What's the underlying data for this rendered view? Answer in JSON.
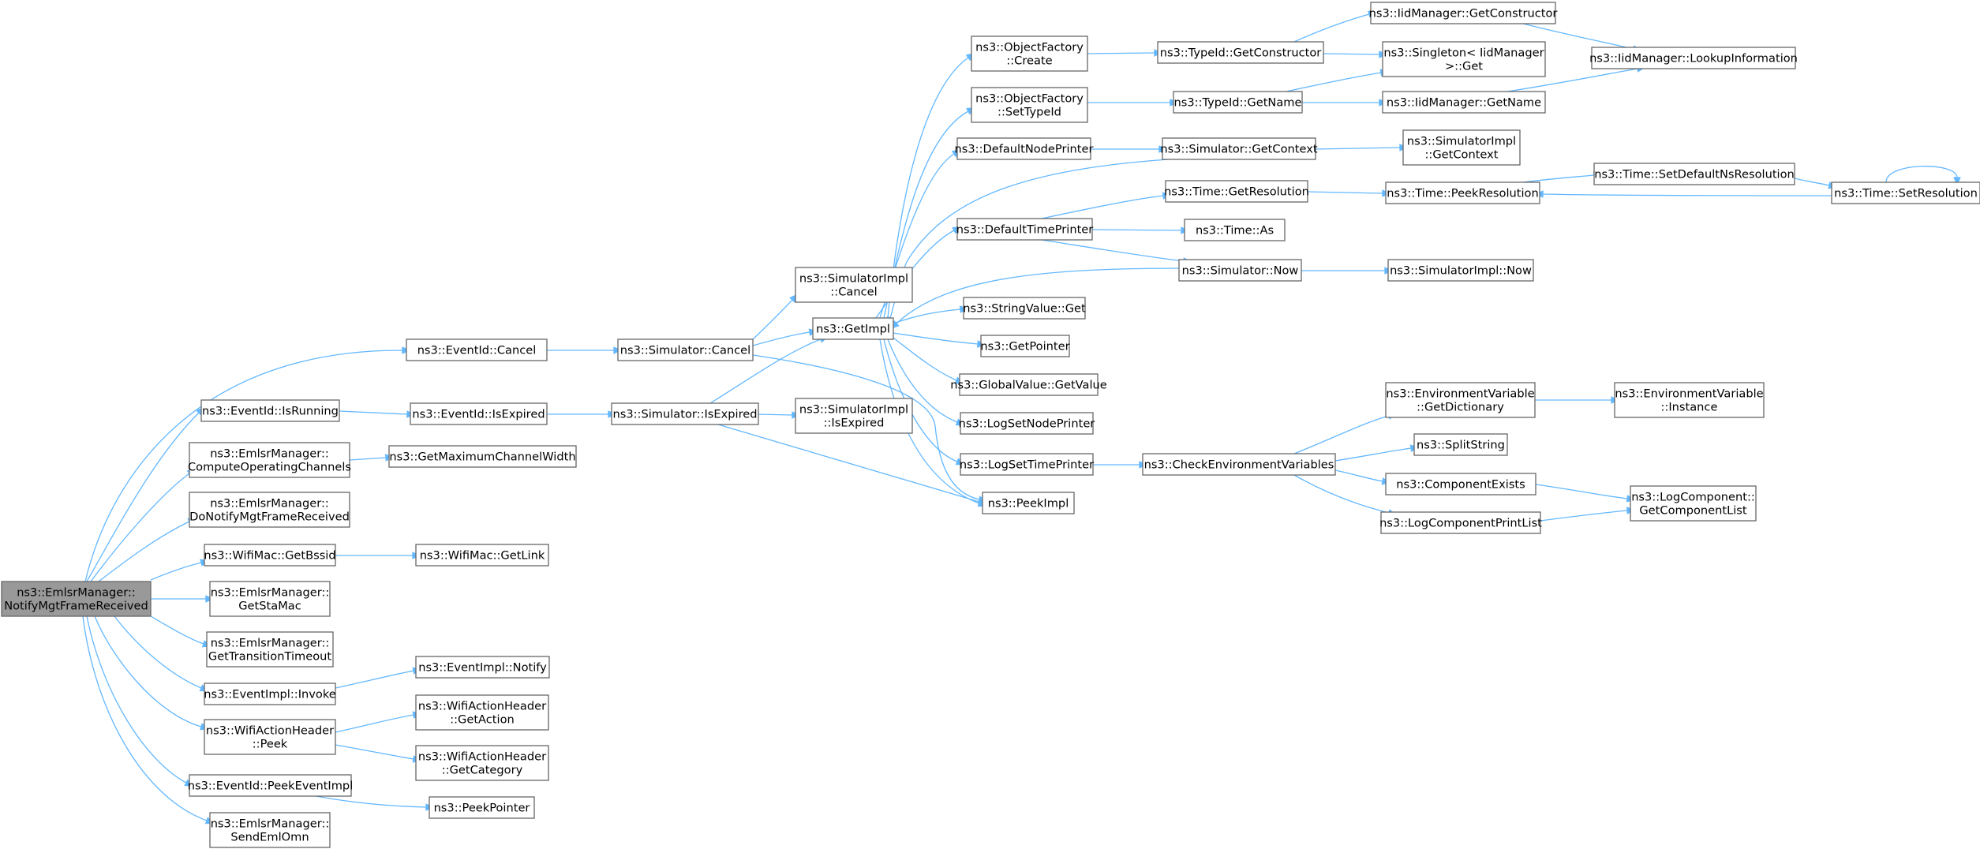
{
  "graph": {
    "root": "n0",
    "nodes": [
      {
        "id": "n0",
        "lines": [
          "ns3::EmlsrManager::",
          "NotifyMgtFrameReceived"
        ],
        "root": true
      },
      {
        "id": "n1",
        "lines": [
          "ns3::EventId::Cancel"
        ]
      },
      {
        "id": "n2",
        "lines": [
          "ns3::Simulator::Cancel"
        ]
      },
      {
        "id": "n3",
        "lines": [
          "ns3::GetImpl"
        ]
      },
      {
        "id": "n4",
        "lines": [
          "ns3::ObjectFactory",
          "::Create"
        ]
      },
      {
        "id": "n5",
        "lines": [
          "ns3::TypeId::GetConstructor"
        ]
      },
      {
        "id": "n6",
        "lines": [
          "ns3::IidManager::GetConstructor"
        ]
      },
      {
        "id": "n7",
        "lines": [
          "ns3::IidManager::LookupInformation"
        ]
      },
      {
        "id": "n8",
        "lines": [
          "ns3::Singleton< IidManager",
          " >::Get"
        ]
      },
      {
        "id": "n9",
        "lines": [
          "ns3::ObjectFactory",
          "::SetTypeId"
        ]
      },
      {
        "id": "n10",
        "lines": [
          "ns3::TypeId::GetName"
        ]
      },
      {
        "id": "n11",
        "lines": [
          "ns3::IidManager::GetName"
        ]
      },
      {
        "id": "n12",
        "lines": [
          "ns3::DefaultNodePrinter"
        ]
      },
      {
        "id": "n13",
        "lines": [
          "ns3::Simulator::GetContext"
        ]
      },
      {
        "id": "n14",
        "lines": [
          "ns3::SimulatorImpl",
          "::GetContext"
        ]
      },
      {
        "id": "n15",
        "lines": [
          "ns3::DefaultTimePrinter"
        ]
      },
      {
        "id": "n16",
        "lines": [
          "ns3::Time::GetResolution"
        ]
      },
      {
        "id": "n17",
        "lines": [
          "ns3::Time::PeekResolution"
        ]
      },
      {
        "id": "n18",
        "lines": [
          "ns3::Time::SetDefaultNsResolution"
        ]
      },
      {
        "id": "n19",
        "lines": [
          "ns3::Time::SetResolution"
        ]
      },
      {
        "id": "n20",
        "lines": [
          "ns3::Time::As"
        ]
      },
      {
        "id": "n21",
        "lines": [
          "ns3::Simulator::Now"
        ]
      },
      {
        "id": "n22",
        "lines": [
          "ns3::SimulatorImpl::Now"
        ]
      },
      {
        "id": "n23",
        "lines": [
          "ns3::StringValue::Get"
        ]
      },
      {
        "id": "n24",
        "lines": [
          "ns3::GetPointer"
        ]
      },
      {
        "id": "n25",
        "lines": [
          "ns3::GlobalValue::GetValue"
        ]
      },
      {
        "id": "n26",
        "lines": [
          "ns3::LogSetNodePrinter"
        ]
      },
      {
        "id": "n27",
        "lines": [
          "ns3::LogSetTimePrinter"
        ]
      },
      {
        "id": "n28",
        "lines": [
          "ns3::CheckEnvironmentVariables"
        ]
      },
      {
        "id": "n29",
        "lines": [
          "ns3::EnvironmentVariable",
          "::GetDictionary"
        ]
      },
      {
        "id": "n30",
        "lines": [
          "ns3::EnvironmentVariable",
          "::Instance"
        ]
      },
      {
        "id": "n31",
        "lines": [
          "ns3::SplitString"
        ]
      },
      {
        "id": "n32",
        "lines": [
          "ns3::ComponentExists"
        ]
      },
      {
        "id": "n33",
        "lines": [
          "ns3::LogComponent::",
          "GetComponentList"
        ]
      },
      {
        "id": "n34",
        "lines": [
          "ns3::LogComponentPrintList"
        ]
      },
      {
        "id": "n35",
        "lines": [
          "ns3::PeekImpl"
        ]
      },
      {
        "id": "n36",
        "lines": [
          "ns3::SimulatorImpl",
          "::Cancel"
        ]
      },
      {
        "id": "n37",
        "lines": [
          "ns3::EventId::IsRunning"
        ]
      },
      {
        "id": "n38",
        "lines": [
          "ns3::EventId::IsExpired"
        ]
      },
      {
        "id": "n39",
        "lines": [
          "ns3::Simulator::IsExpired"
        ]
      },
      {
        "id": "n40",
        "lines": [
          "ns3::SimulatorImpl",
          "::IsExpired"
        ]
      },
      {
        "id": "n41",
        "lines": [
          "ns3::EmlsrManager::",
          "ComputeOperatingChannels"
        ]
      },
      {
        "id": "n42",
        "lines": [
          "ns3::GetMaximumChannelWidth"
        ]
      },
      {
        "id": "n43",
        "lines": [
          "ns3::EmlsrManager::",
          "DoNotifyMgtFrameReceived"
        ]
      },
      {
        "id": "n44",
        "lines": [
          "ns3::WifiMac::GetBssid"
        ]
      },
      {
        "id": "n45",
        "lines": [
          "ns3::WifiMac::GetLink"
        ]
      },
      {
        "id": "n46",
        "lines": [
          "ns3::EmlsrManager::",
          "GetStaMac"
        ]
      },
      {
        "id": "n47",
        "lines": [
          "ns3::EmlsrManager::",
          "GetTransitionTimeout"
        ]
      },
      {
        "id": "n48",
        "lines": [
          "ns3::EventImpl::Invoke"
        ]
      },
      {
        "id": "n49",
        "lines": [
          "ns3::EventImpl::Notify"
        ]
      },
      {
        "id": "n50",
        "lines": [
          "ns3::WifiActionHeader",
          "::Peek"
        ]
      },
      {
        "id": "n51",
        "lines": [
          "ns3::WifiActionHeader",
          "::GetAction"
        ]
      },
      {
        "id": "n52",
        "lines": [
          "ns3::WifiActionHeader",
          "::GetCategory"
        ]
      },
      {
        "id": "n53",
        "lines": [
          "ns3::EventId::PeekEventImpl"
        ]
      },
      {
        "id": "n54",
        "lines": [
          "ns3::PeekPointer"
        ]
      },
      {
        "id": "n55",
        "lines": [
          "ns3::EmlsrManager::",
          "SendEmlOmn"
        ]
      }
    ],
    "edges": [
      [
        "n0",
        "n1"
      ],
      [
        "n0",
        "n37"
      ],
      [
        "n0",
        "n41"
      ],
      [
        "n0",
        "n43"
      ],
      [
        "n0",
        "n44"
      ],
      [
        "n0",
        "n46"
      ],
      [
        "n0",
        "n47"
      ],
      [
        "n0",
        "n48"
      ],
      [
        "n0",
        "n50"
      ],
      [
        "n0",
        "n53"
      ],
      [
        "n0",
        "n55"
      ],
      [
        "n1",
        "n2"
      ],
      [
        "n2",
        "n36"
      ],
      [
        "n2",
        "n3"
      ],
      [
        "n2",
        "n35"
      ],
      [
        "n3",
        "n4"
      ],
      [
        "n3",
        "n9"
      ],
      [
        "n3",
        "n12"
      ],
      [
        "n3",
        "n15"
      ],
      [
        "n3",
        "n23"
      ],
      [
        "n3",
        "n24"
      ],
      [
        "n3",
        "n25"
      ],
      [
        "n3",
        "n26"
      ],
      [
        "n3",
        "n27"
      ],
      [
        "n3",
        "n35"
      ],
      [
        "n4",
        "n5"
      ],
      [
        "n5",
        "n6"
      ],
      [
        "n5",
        "n8"
      ],
      [
        "n6",
        "n7"
      ],
      [
        "n9",
        "n10"
      ],
      [
        "n10",
        "n8"
      ],
      [
        "n10",
        "n11"
      ],
      [
        "n11",
        "n7"
      ],
      [
        "n12",
        "n13"
      ],
      [
        "n13",
        "n3"
      ],
      [
        "n13",
        "n14"
      ],
      [
        "n15",
        "n16"
      ],
      [
        "n15",
        "n20"
      ],
      [
        "n15",
        "n21"
      ],
      [
        "n16",
        "n17"
      ],
      [
        "n17",
        "n18"
      ],
      [
        "n18",
        "n19"
      ],
      [
        "n19",
        "n17"
      ],
      [
        "n19",
        "n19"
      ],
      [
        "n21",
        "n3"
      ],
      [
        "n21",
        "n22"
      ],
      [
        "n27",
        "n28"
      ],
      [
        "n28",
        "n29"
      ],
      [
        "n28",
        "n31"
      ],
      [
        "n28",
        "n32"
      ],
      [
        "n28",
        "n34"
      ],
      [
        "n29",
        "n30"
      ],
      [
        "n32",
        "n33"
      ],
      [
        "n34",
        "n33"
      ],
      [
        "n37",
        "n38"
      ],
      [
        "n38",
        "n39"
      ],
      [
        "n39",
        "n3"
      ],
      [
        "n39",
        "n40"
      ],
      [
        "n39",
        "n35"
      ],
      [
        "n41",
        "n42"
      ],
      [
        "n44",
        "n45"
      ],
      [
        "n48",
        "n49"
      ],
      [
        "n50",
        "n51"
      ],
      [
        "n50",
        "n52"
      ],
      [
        "n53",
        "n54"
      ]
    ]
  }
}
